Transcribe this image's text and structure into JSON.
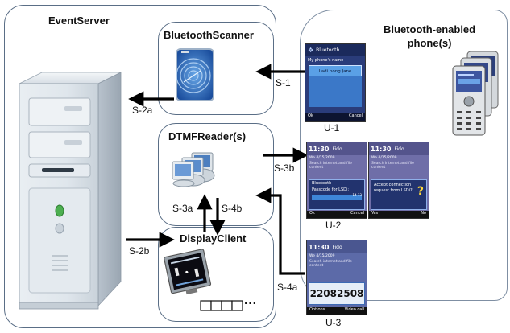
{
  "panels": {
    "event_server": "EventServer",
    "bluetooth_scanner": "BluetoothScanner",
    "dtmf_reader": "DTMFReader(s)",
    "display_client": "DisplayClient",
    "phones": "Bluetooth-enabled\nphone(s)"
  },
  "arrows": {
    "s1": "S-1",
    "s2a": "S-2a",
    "s2b": "S-2b",
    "s3a": "S-3a",
    "s3b": "S-3b",
    "s4a": "S-4a",
    "s4b": "S-4b"
  },
  "phone_labels": {
    "u1": "U-1",
    "u2": "U-2",
    "u3": "U-3"
  },
  "screens": {
    "u1": {
      "title": "Bluetooth",
      "field_label": "My phone's name",
      "field_value": "Ladi pong Jane",
      "left": "Ok",
      "right": "Cancel"
    },
    "u2a": {
      "time": "11:30",
      "user": "Fido",
      "date": "We 4/15/2009",
      "search": "Search internet and file content",
      "dialog_title": "Bluetooth",
      "dialog_text": "Passcode for LSDi:",
      "counter": "14 13",
      "left": "Ok",
      "right": "Cancel"
    },
    "u2b": {
      "time": "11:30",
      "user": "Fido",
      "date": "We 4/15/2009",
      "search": "Search internet and file content",
      "dialog_text": "Accept connection request from LSDi?",
      "left": "Yes",
      "right": "No"
    },
    "u3": {
      "time": "11:30",
      "user": "Fido",
      "date": "We 4/15/2009",
      "search": "Search internet and file content",
      "digits": "22082508",
      "left": "Options",
      "right": "Video call"
    }
  },
  "display": {
    "dots": "···"
  }
}
